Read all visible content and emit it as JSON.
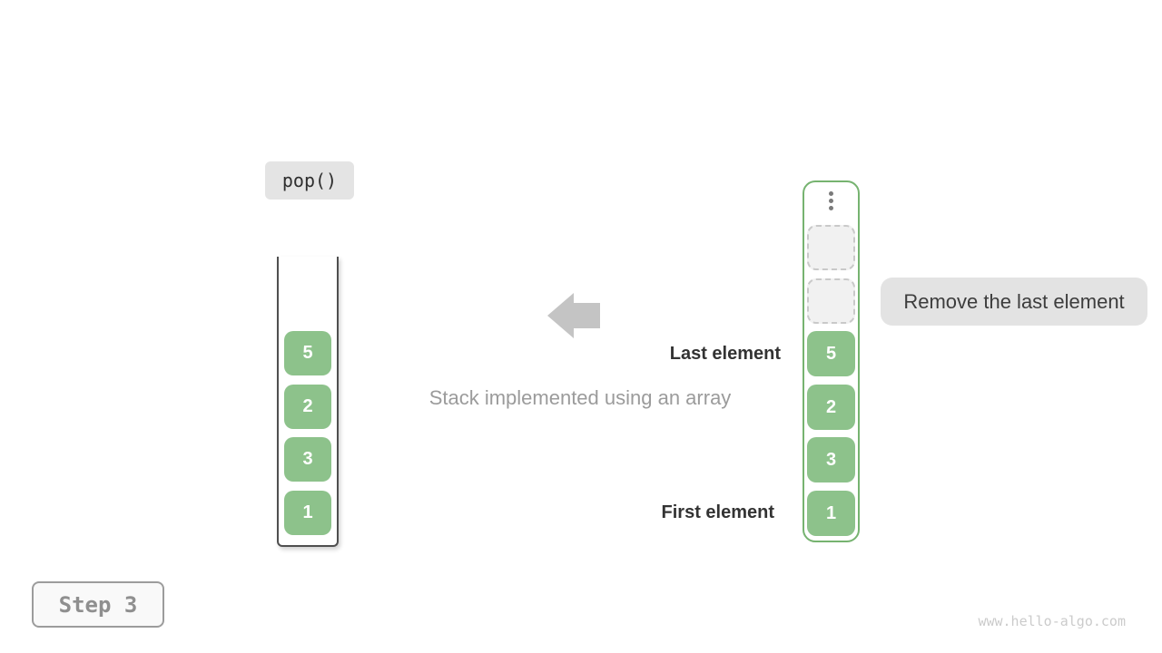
{
  "colors": {
    "cell_green": "#8dc28b",
    "array_border_green": "#76b370",
    "badge_gray_bg": "#e3e3e3",
    "empty_slot_bg": "#f1f1f1",
    "arrow_gray": "#c4c4c4",
    "annotation_text_dark": "#333333",
    "caption_text_gray": "#9b9b9b",
    "step_text_gray": "#8f8f8f",
    "watermark_gray": "#cbcbcb"
  },
  "operation_badge": {
    "label": "pop()"
  },
  "left_stack": {
    "values_top_to_bottom": [
      "5",
      "2",
      "3",
      "1"
    ]
  },
  "right_array": {
    "ellipsis_icon": "vertical-ellipsis",
    "empty_slot_count": 2,
    "values_top_to_bottom": [
      "5",
      "2",
      "3",
      "1"
    ]
  },
  "annotations": {
    "last_element": "Last element",
    "caption": "Stack implemented using an array",
    "first_element": "First element",
    "action_label": "Remove the last element",
    "arrow_icon": "left-arrow"
  },
  "step_badge": {
    "label": "Step 3"
  },
  "watermark": {
    "text": "www.hello-algo.com"
  }
}
